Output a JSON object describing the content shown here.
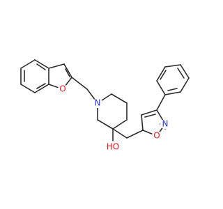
{
  "molecule": {
    "atoms": {
      "o_furan": {
        "text": "O",
        "color": "#e8141d"
      },
      "n_pip": {
        "text": "N",
        "color": "#2536d8"
      },
      "oh": {
        "text": "HO",
        "color": "#e8141d"
      },
      "o_isox": {
        "text": "O",
        "color": "#e8141d"
      },
      "n_isox": {
        "text": "N",
        "color": "#2536d8"
      }
    }
  }
}
